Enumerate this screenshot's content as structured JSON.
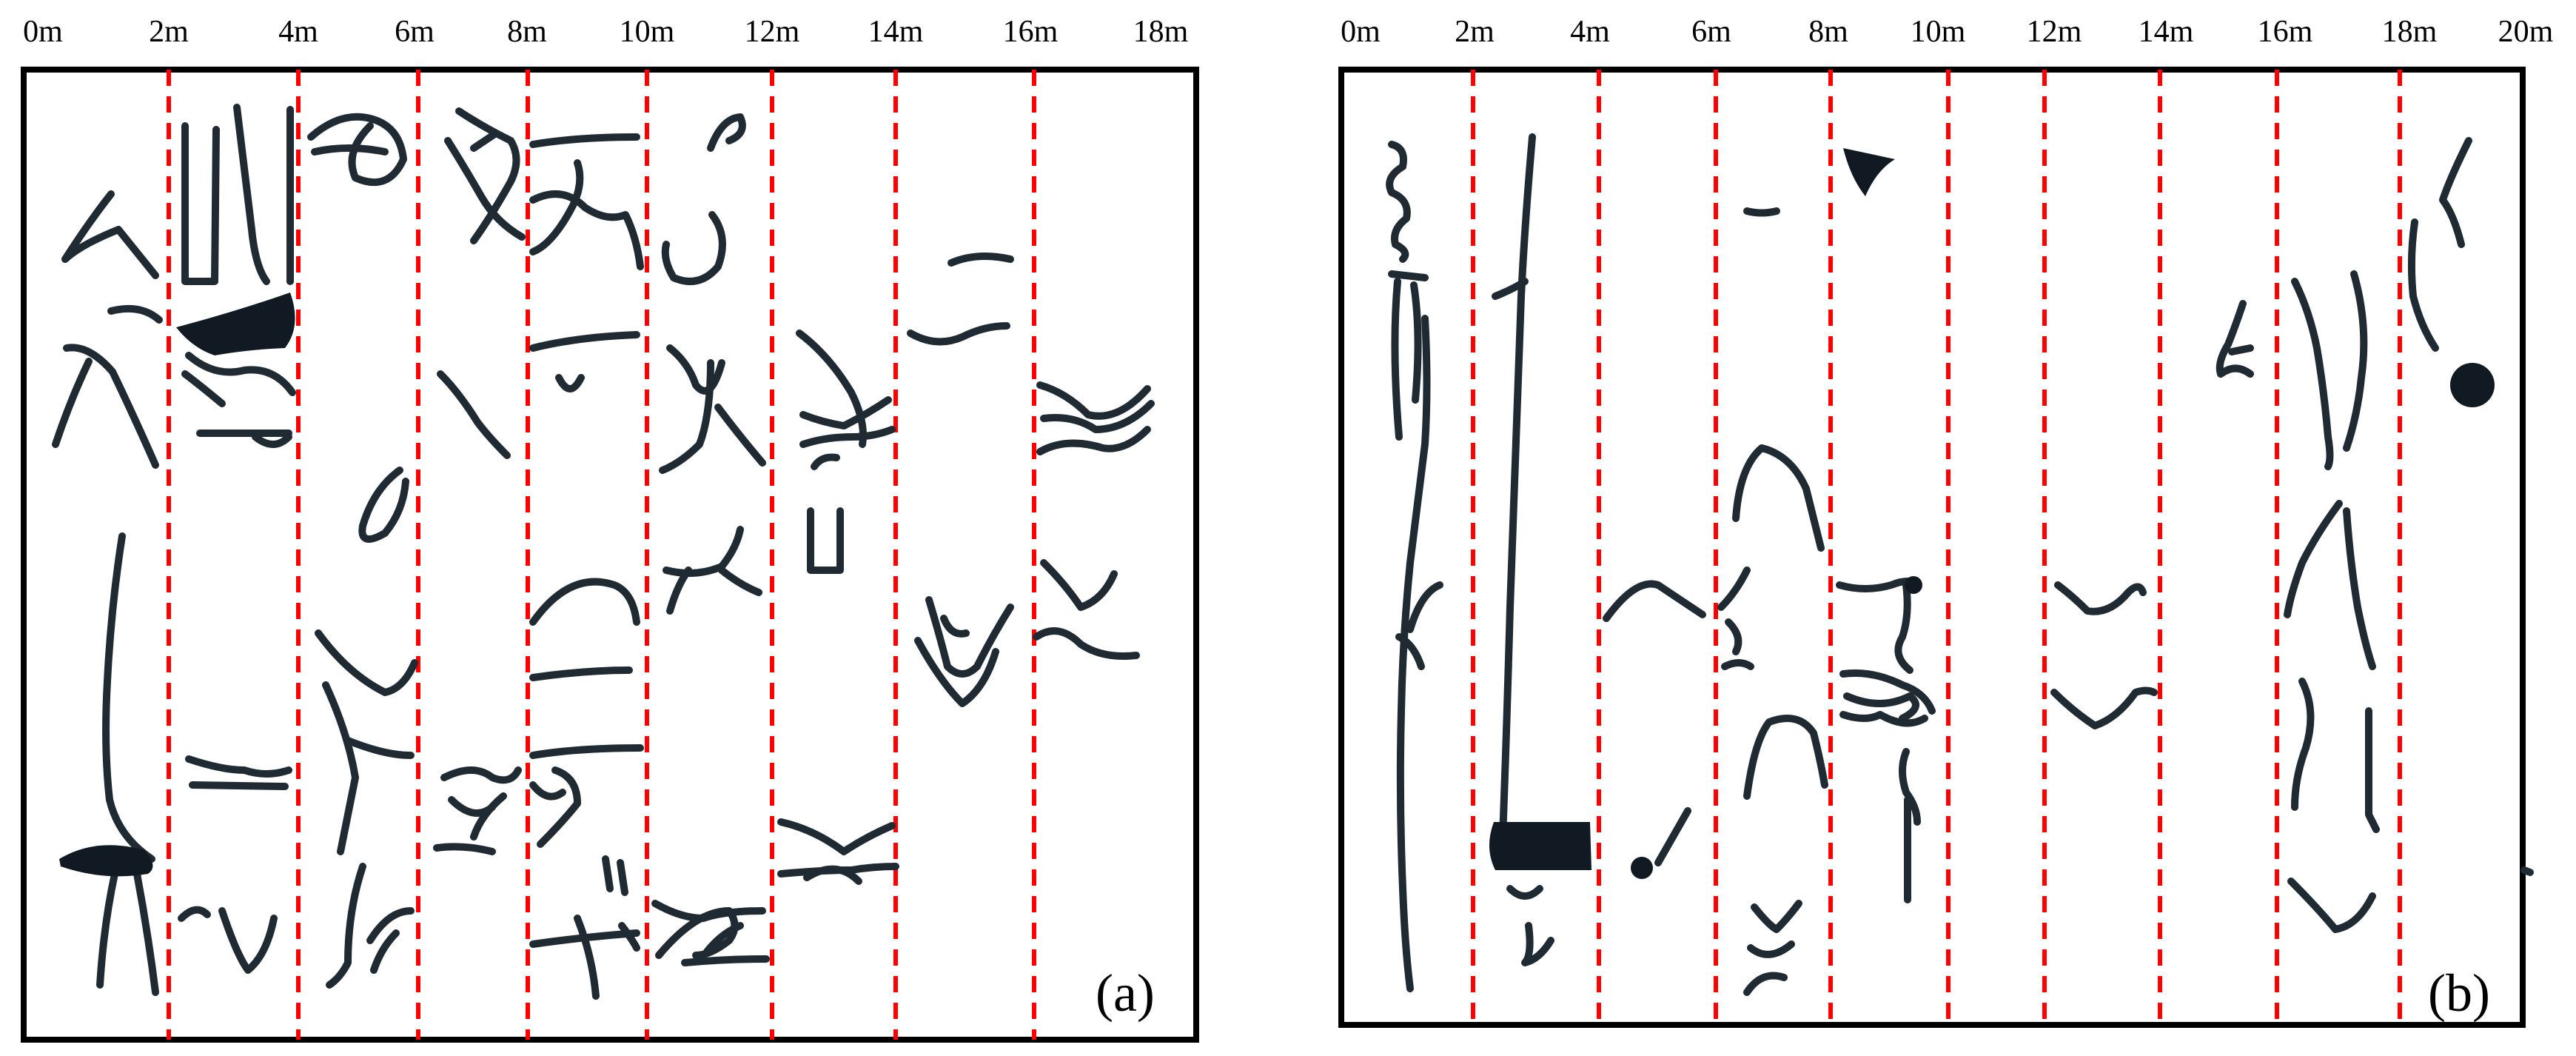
{
  "panels": [
    {
      "label": "(a)",
      "ticks": [
        "0m",
        "2m",
        "4m",
        "6m",
        "8m",
        "10m",
        "12m",
        "14m",
        "16m",
        "18m"
      ]
    },
    {
      "label": "(b)",
      "ticks": [
        "0m",
        "2m",
        "4m",
        "6m",
        "8m",
        "10m",
        "12m",
        "14m",
        "16m",
        "18m",
        "20m"
      ]
    }
  ],
  "colors": {
    "grid": "#ff0000",
    "crack": "#1f2a33",
    "frame": "#000000"
  }
}
